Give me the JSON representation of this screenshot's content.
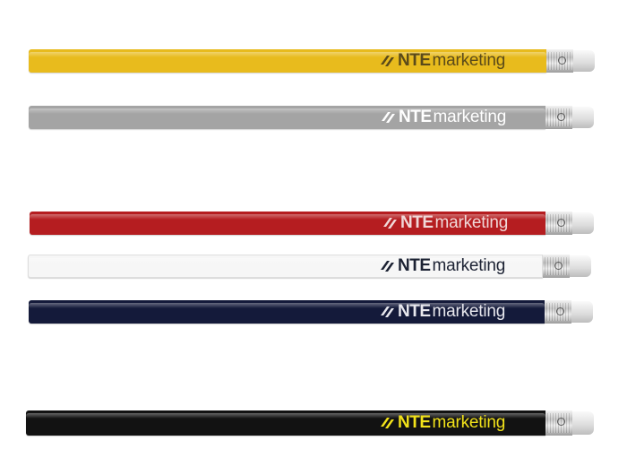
{
  "pencils": [
    {
      "body_color": "#e8bb1d",
      "logo_color": "#5a4a1a",
      "logo_nte": "NTE",
      "logo_word": "marketing"
    },
    {
      "body_color": "#a4a4a4",
      "logo_color": "#ffffff",
      "logo_nte": "NTE",
      "logo_word": "marketing"
    },
    {
      "body_color": "#b51d20",
      "logo_color": "#f0d8d8",
      "logo_nte": "NTE",
      "logo_word": "marketing"
    },
    {
      "body_color": "#f6f6f6",
      "logo_color": "#1c2233",
      "logo_nte": "NTE",
      "logo_word": "marketing"
    },
    {
      "body_color": "#141a3a",
      "logo_color": "#e8e8ee",
      "logo_nte": "NTE",
      "logo_word": "marketing"
    },
    {
      "body_color": "#121212",
      "logo_color": "#f2e21a",
      "logo_nte": "NTE",
      "logo_word": "marketing"
    }
  ]
}
